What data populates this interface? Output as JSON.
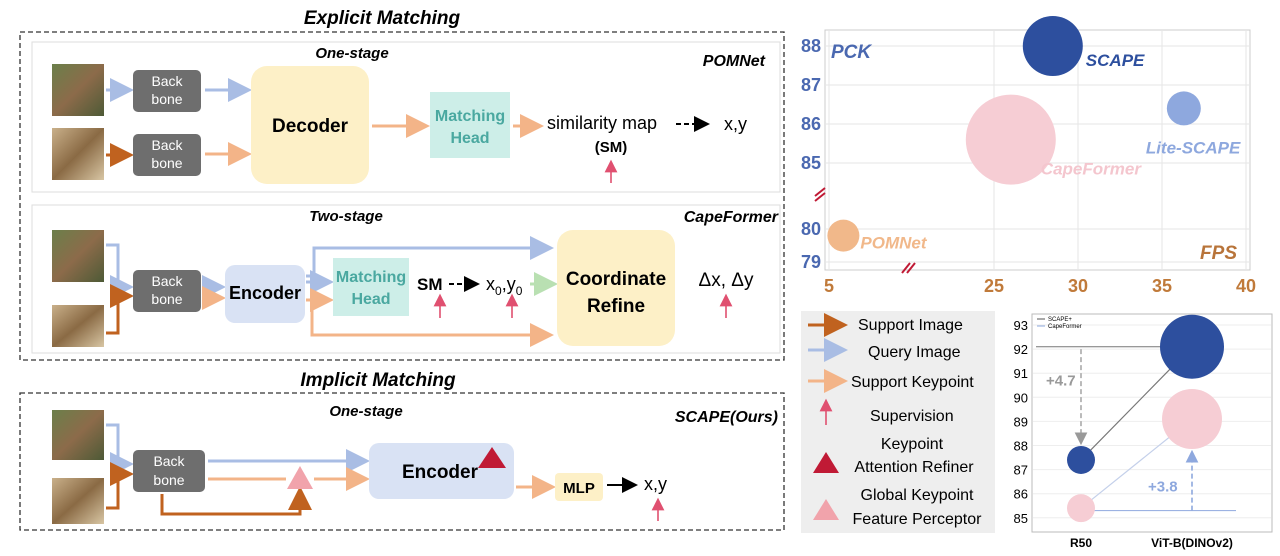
{
  "diagram": {
    "explicit_title": "Explicit Matching",
    "implicit_title": "Implicit Matching",
    "panel1": {
      "stage": "One-stage",
      "method": "POMNet",
      "backbone_line1": "Back",
      "backbone_line2": "bone",
      "decoder": "Decoder",
      "matching_line1": "Matching",
      "matching_line2": "Head",
      "sim_map": "similarity map",
      "sm": "(SM)",
      "output": "x,y"
    },
    "panel2": {
      "stage": "Two-stage",
      "method": "CapeFormer",
      "backbone_line1": "Back",
      "backbone_line2": "bone",
      "encoder": "Encoder",
      "matching_line1": "Matching",
      "matching_line2": "Head",
      "sm": "SM",
      "x0y0_x": "x",
      "x0y0_sub": "0",
      "x0y0_comma": ",y",
      "x0y0_sub2": "0",
      "refine_line1": "Coordinate",
      "refine_line2": "Refine",
      "delta": "Δx, Δy"
    },
    "panel3": {
      "stage": "One-stage",
      "method": "SCAPE(Ours)",
      "backbone_line1": "Back",
      "backbone_line2": "bone",
      "encoder": "Encoder",
      "mlp": "MLP",
      "output": "x,y"
    }
  },
  "legend": {
    "items": [
      {
        "label": "Support  Image",
        "color": "#c0621f"
      },
      {
        "label": "Query Image",
        "color": "#a9bde4"
      },
      {
        "label": "Support Keypoint",
        "color": "#f3b488"
      },
      {
        "label": "Supervision",
        "color": "#e05070"
      },
      {
        "label1": "Keypoint",
        "label2": "Attention Refiner",
        "color": "#c01a35"
      },
      {
        "label1": "Global Keypoint",
        "label2": "Feature Perceptor",
        "color": "#f1a3ab"
      }
    ]
  },
  "chart_data": [
    {
      "type": "scatter",
      "ylabel": "PCK",
      "xlabel": "FPS",
      "y_ticks": [
        "79",
        "80",
        "85",
        "86",
        "87",
        "88"
      ],
      "x_ticks": [
        "5",
        "25",
        "30",
        "35",
        "40"
      ],
      "series": [
        {
          "name": "SCAPE",
          "x": 28.5,
          "y": 88.0,
          "color": "#2d4f9e"
        },
        {
          "name": "Lite-SCAPE",
          "x": 36.3,
          "y": 86.4,
          "color": "#8ea8de"
        },
        {
          "name": "CapeFormer",
          "x": 26.0,
          "y": 85.6,
          "color": "#f6cdd4"
        },
        {
          "name": "POMNet",
          "x": 6.2,
          "y": 79.8,
          "color": "#f1b88a"
        }
      ]
    },
    {
      "type": "scatter",
      "categories": [
        "R50",
        "ViT-B(DINOv2)"
      ],
      "y_ticks": [
        "85",
        "86",
        "87",
        "88",
        "89",
        "90",
        "91",
        "92",
        "93"
      ],
      "legend": [
        "SCAPE+",
        "CapeFormer"
      ],
      "series": [
        {
          "name": "SCAPE+",
          "values": [
            87.4,
            92.1
          ],
          "color": "#2d4f9e"
        },
        {
          "name": "CapeFormer",
          "values": [
            85.4,
            89.1
          ],
          "color": "#f6cdd4"
        }
      ],
      "annotations": [
        "+4.7",
        "+3.8"
      ]
    }
  ]
}
